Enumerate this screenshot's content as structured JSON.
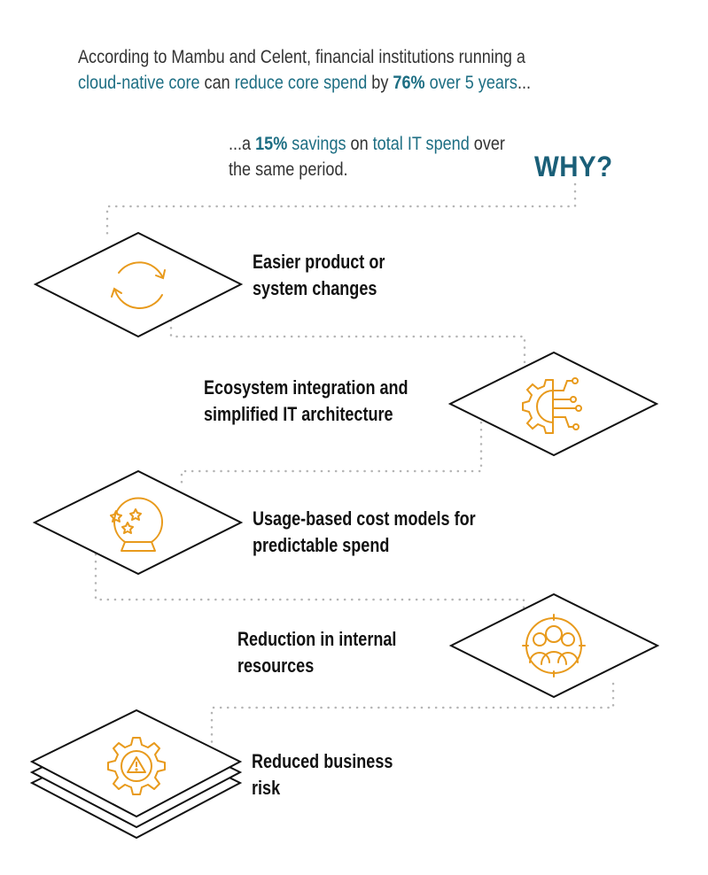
{
  "intro": {
    "line1_a": "According to Mambu and Celent, financial institutions running a",
    "line2_a": "cloud-native core",
    "line2_b": " can ",
    "line2_c": "reduce core spend",
    "line2_d": " by ",
    "line2_e": "76%",
    "line2_f": " over 5 years",
    "line2_g": "..."
  },
  "intro2": {
    "a": "...a ",
    "b": "15%",
    "c": " savings",
    "d": " on ",
    "e": "total IT spend",
    "f": " over",
    "line2": "the same period."
  },
  "why": "WHY?",
  "items": [
    {
      "line1": "Easier product or",
      "line2": "system changes",
      "icon": "refresh-cycle-icon"
    },
    {
      "line1": "Ecosystem integration and",
      "line2": "simplified IT architecture",
      "icon": "gear-circuit-icon"
    },
    {
      "line1": "Usage-based cost models for",
      "line2": "predictable spend",
      "icon": "crystal-ball-icon"
    },
    {
      "line1": "Reduction in internal",
      "line2": "resources",
      "icon": "people-target-icon"
    },
    {
      "line1": "Reduced business",
      "line2": "risk",
      "icon": "gear-warning-icon"
    }
  ],
  "colors": {
    "accent": "#e89a1c",
    "teal": "#1d6e83",
    "dots": "#b5b5b5",
    "outline": "#111111"
  }
}
